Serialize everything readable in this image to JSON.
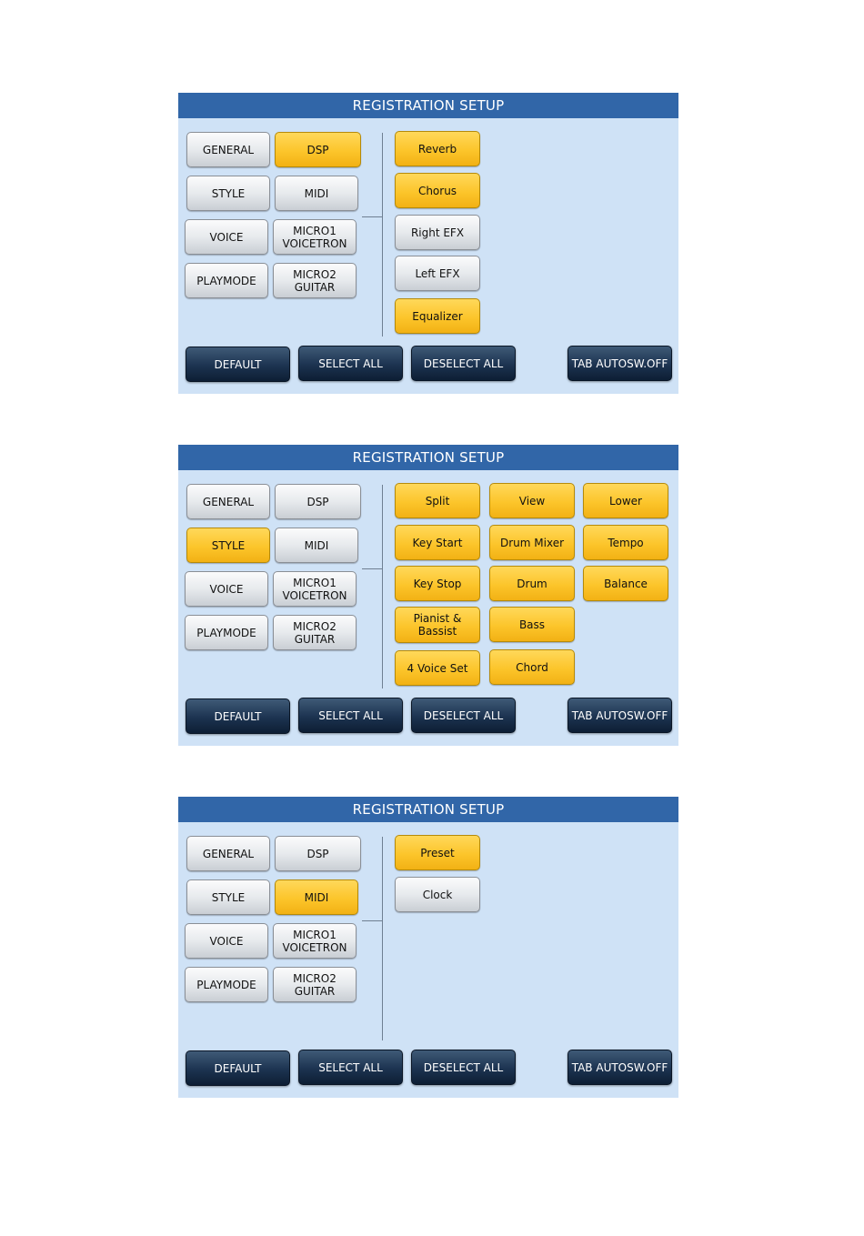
{
  "panels": [
    {
      "title": "REGISTRATION SETUP",
      "tabs": {
        "general": "GENERAL",
        "dsp": "DSP",
        "style": "STYLE",
        "midi": "MIDI",
        "voice": "VOICE",
        "micro1": "MICRO1\nVOICETRON",
        "playmode": "PLAYMODE",
        "micro2": "MICRO2\nGUITAR"
      },
      "active_tab": "DSP",
      "options": [
        {
          "label": "Reverb",
          "selected": true
        },
        {
          "label": "Chorus",
          "selected": true
        },
        {
          "label": "Right EFX",
          "selected": false
        },
        {
          "label": "Left EFX",
          "selected": false
        },
        {
          "label": "Equalizer",
          "selected": true
        }
      ],
      "buttons": {
        "default": "DEFAULT",
        "select_all": "SELECT ALL",
        "deselect_all": "DESELECT ALL",
        "tab_autosw": "TAB AUTOSW.OFF"
      }
    },
    {
      "title": "REGISTRATION SETUP",
      "tabs": {
        "general": "GENERAL",
        "dsp": "DSP",
        "style": "STYLE",
        "midi": "MIDI",
        "voice": "VOICE",
        "micro1": "MICRO1\nVOICETRON",
        "playmode": "PLAYMODE",
        "micro2": "MICRO2\nGUITAR"
      },
      "active_tab": "STYLE",
      "options": [
        {
          "label": "Split",
          "selected": true
        },
        {
          "label": "Key Start",
          "selected": true
        },
        {
          "label": "Key Stop",
          "selected": true
        },
        {
          "label": "Pianist &\nBassist",
          "selected": true
        },
        {
          "label": "4 Voice Set",
          "selected": true
        },
        {
          "label": "View",
          "selected": true
        },
        {
          "label": "Drum Mixer",
          "selected": true
        },
        {
          "label": "Drum",
          "selected": true
        },
        {
          "label": "Bass",
          "selected": true
        },
        {
          "label": "Chord",
          "selected": true
        },
        {
          "label": "Lower",
          "selected": true
        },
        {
          "label": "Tempo",
          "selected": true
        },
        {
          "label": "Balance",
          "selected": true
        }
      ],
      "buttons": {
        "default": "DEFAULT",
        "select_all": "SELECT ALL",
        "deselect_all": "DESELECT ALL",
        "tab_autosw": "TAB AUTOSW.OFF"
      }
    },
    {
      "title": "REGISTRATION SETUP",
      "tabs": {
        "general": "GENERAL",
        "dsp": "DSP",
        "style": "STYLE",
        "midi": "MIDI",
        "voice": "VOICE",
        "micro1": "MICRO1\nVOICETRON",
        "playmode": "PLAYMODE",
        "micro2": "MICRO2\nGUITAR"
      },
      "active_tab": "MIDI",
      "options": [
        {
          "label": "Preset",
          "selected": true
        },
        {
          "label": "Clock",
          "selected": false
        }
      ],
      "buttons": {
        "default": "DEFAULT",
        "select_all": "SELECT ALL",
        "deselect_all": "DESELECT ALL",
        "tab_autosw": "TAB AUTOSW.OFF"
      }
    }
  ]
}
